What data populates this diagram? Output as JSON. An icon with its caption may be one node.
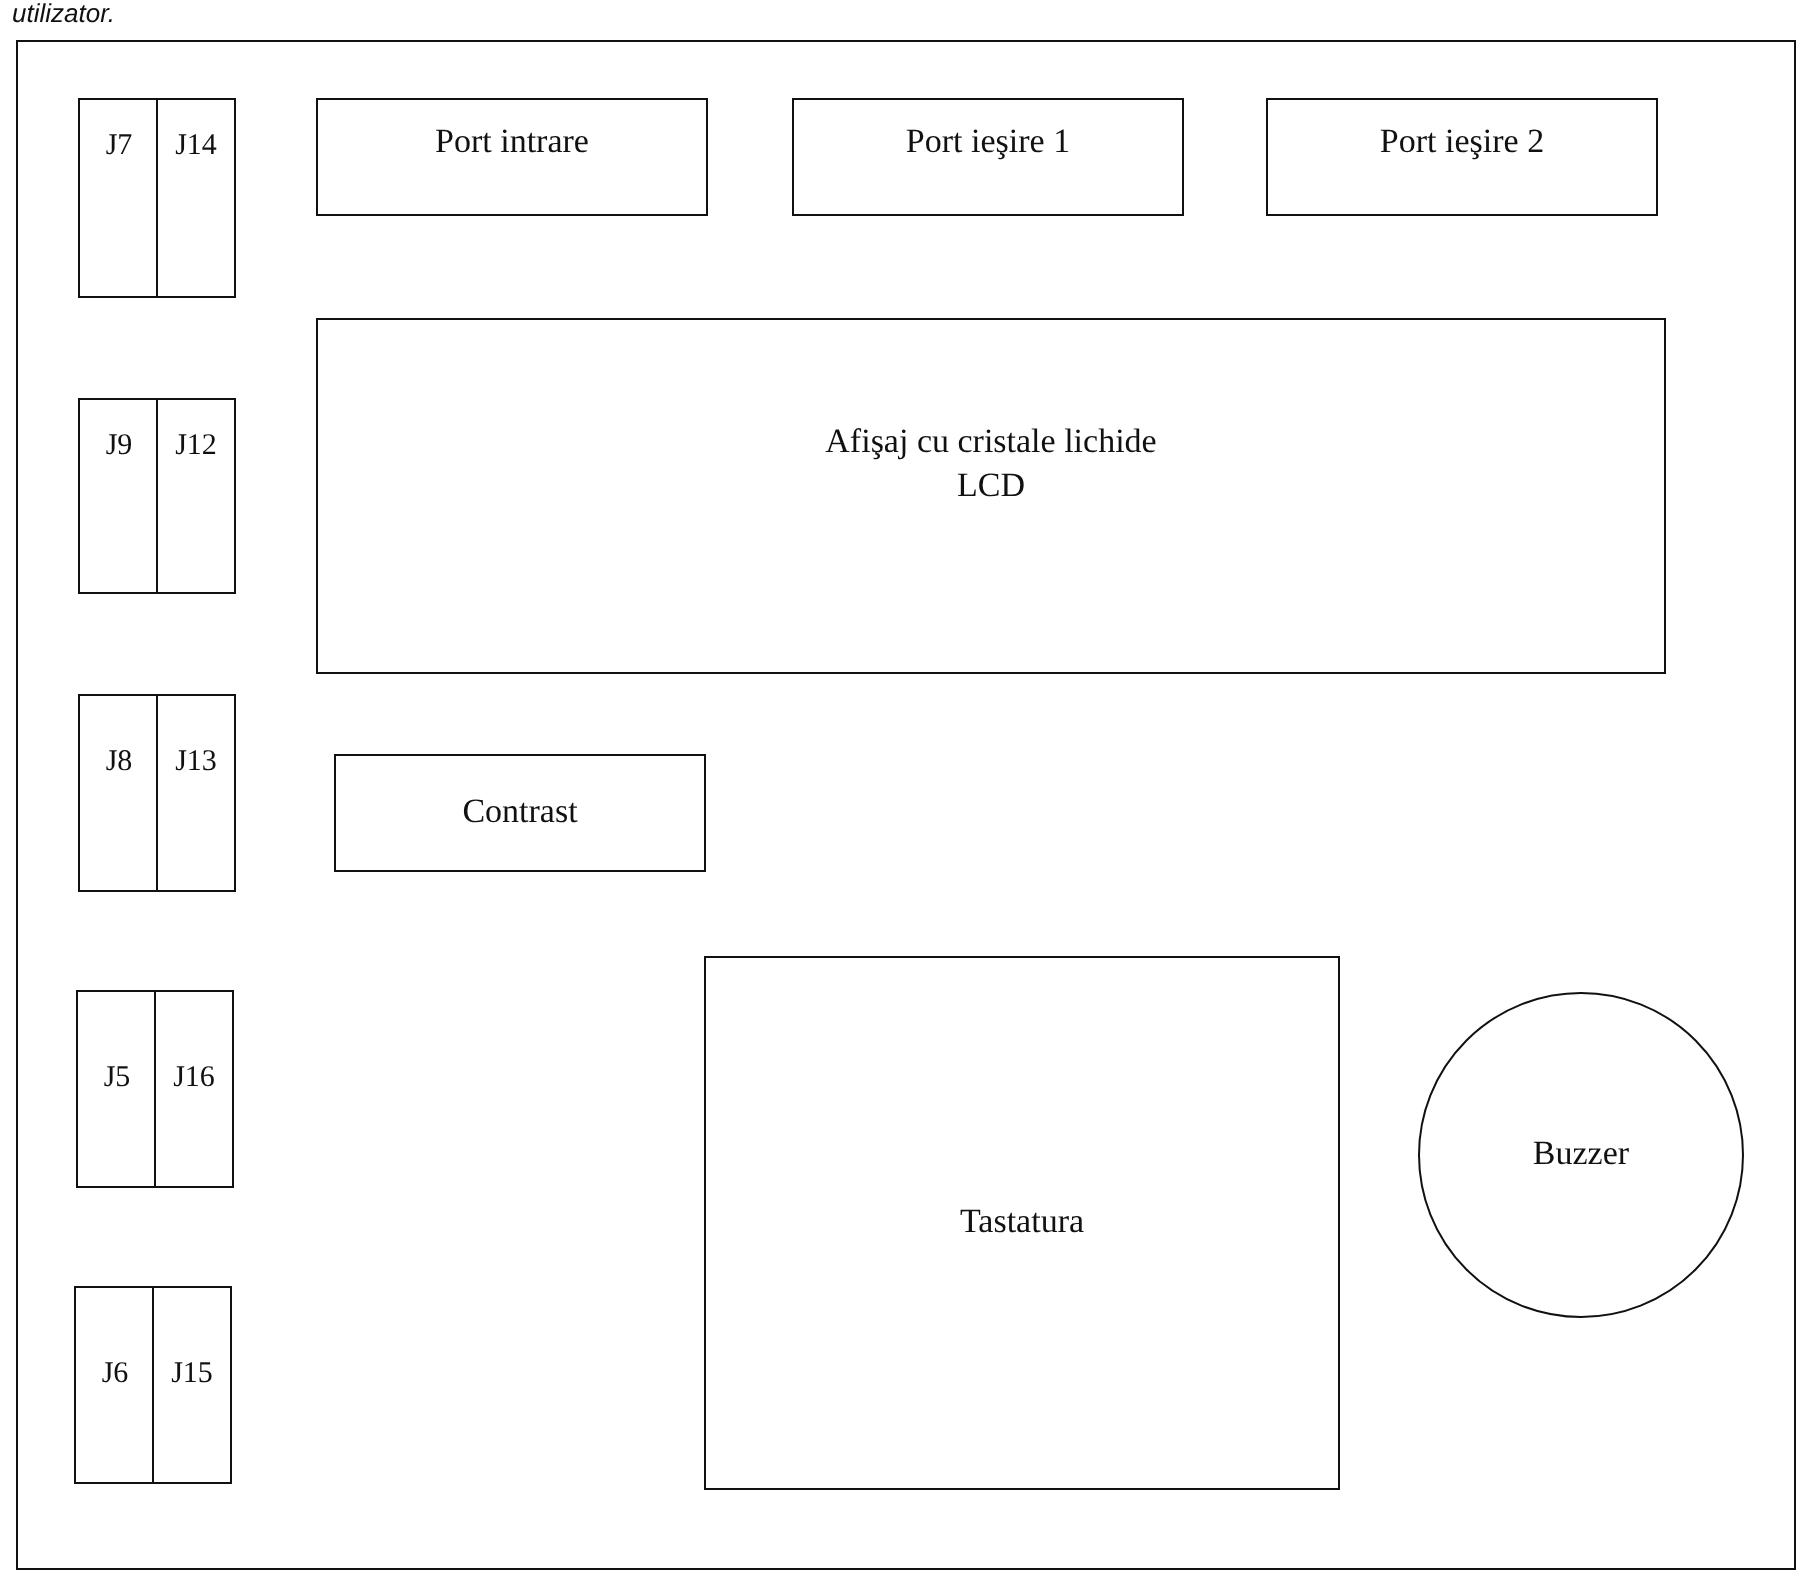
{
  "diagram": {
    "nodes": [
      {
        "text": [],
        "shape": "box"
      },
      {
        "text": [
          "J7"
        ],
        "in": 0
      },
      {
        "text": [
          "J14"
        ],
        "in": 0
      },
      {
        "text": [
          "Port intrare"
        ],
        "in": 0
      },
      {
        "text": [
          "Port ieşire 1"
        ],
        "in": 0
      },
      {
        "text": [
          "Port ieşire 2"
        ],
        "in": 0
      },
      {
        "text": [
          "J9"
        ],
        "in": 0
      },
      {
        "text": [
          "J12"
        ],
        "in": 0
      },
      {
        "text": [
          "Afişaj cu cristale lichide",
          "LCD"
        ],
        "in": 0
      },
      {
        "text": [
          "J8"
        ],
        "in": 0
      },
      {
        "text": [
          "J13"
        ],
        "in": 0
      },
      {
        "text": [
          "Contrast"
        ],
        "in": 0
      },
      {
        "text": [
          "J5"
        ],
        "in": 0
      },
      {
        "text": [
          "J16"
        ],
        "in": 0
      },
      {
        "text": [
          "Tastatura"
        ],
        "in": 0
      },
      {
        "text": [
          "Buzzer"
        ],
        "in": 0
      },
      {
        "text": [
          "J6"
        ],
        "in": 0
      },
      {
        "text": [
          "J15"
        ],
        "in": 0
      }
    ],
    "edges": [],
    "labels": [
      "utilizator."
    ]
  }
}
